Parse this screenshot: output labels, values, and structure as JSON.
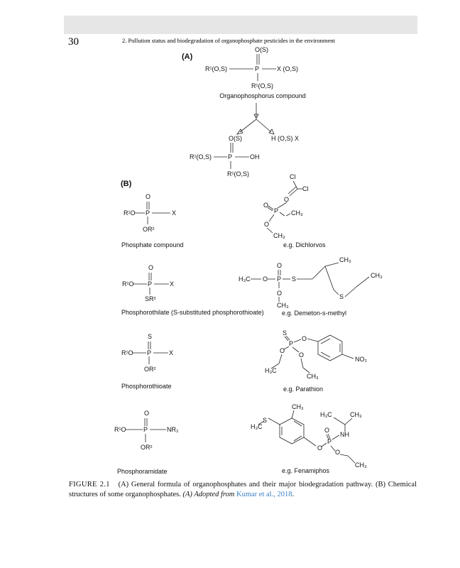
{
  "header": {
    "page_number": "30",
    "running_title": "2. Pollution status and biodegradation of organophosphate pesticides in the environment"
  },
  "panel_a": {
    "label": "(A)",
    "parent": {
      "top": "O(S)",
      "left": "R¹(O,S)",
      "center": "P",
      "right": "X (O,S)",
      "bottom": "R¹(O,S)",
      "name": "Organophosphorus compound"
    },
    "product1": {
      "top": "O(S)",
      "left": "R¹(O,S)",
      "center": "P",
      "right": "OH",
      "bottom": "R¹(O,S)"
    },
    "product2": "H (O,S) X"
  },
  "panel_b": {
    "label": "(B)",
    "classes": [
      {
        "top": "O",
        "left": "R¹O",
        "center": "P",
        "right": "X",
        "bottom": "OR²",
        "name": "Phosphate compound"
      },
      {
        "top": "O",
        "left": "R¹O",
        "center": "P",
        "right": "X",
        "bottom": "SR²",
        "name": "Phosphorothilate (S-substituted phosphorothioate)"
      },
      {
        "top": "S",
        "left": "R¹O",
        "center": "P",
        "right": "X",
        "bottom": "OR²",
        "name": "Phosphorothioate"
      },
      {
        "top": "O",
        "left": "R¹O",
        "center": "P",
        "right": "NR₂",
        "bottom": "OR²",
        "name": "Phosphoramidate"
      }
    ],
    "examples": [
      {
        "name": "e.g.  Dichlorvos",
        "atoms": [
          "Cl",
          "Cl",
          "O",
          "O",
          "P",
          "CH₃",
          "O",
          "CH₃"
        ]
      },
      {
        "name": "e.g.  Demeton-s-methyl",
        "atoms": [
          "CH₃",
          "CH₃",
          "H₃C",
          "O",
          "P",
          "S",
          "O",
          "S",
          "O",
          "CH₃"
        ]
      },
      {
        "name": "e.g.  Parathion",
        "atoms": [
          "S",
          "P",
          "O",
          "O",
          "O",
          "NO₂",
          "H₃C",
          "CH₃"
        ]
      },
      {
        "name": "e.g.  Fenamiphos",
        "atoms": [
          "CH₃",
          "S",
          "H₃C",
          "H₃C",
          "CH₃",
          "O",
          "NH",
          "P",
          "O",
          "O",
          "CH₃"
        ]
      }
    ]
  },
  "caption": {
    "figure_label": "FIGURE 2.1",
    "text": "(A) General formula of organophosphates and their major biodegradation pathway. (B) Chemical structures of some organophosphates.",
    "credit_prefix": "(A) Adopted from",
    "citation": "Kumar et al., 2018",
    "end": "."
  }
}
